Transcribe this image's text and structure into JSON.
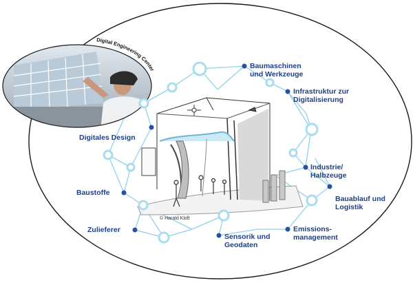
{
  "photo_caption": "Digital Engineering Center",
  "copyright": "© Harald Kloft",
  "labels": {
    "baumaschinen_l1": "Baumaschinen",
    "baumaschinen_l2": "und Werkzeuge",
    "infrastruktur_l1": "Infrastruktur zur",
    "infrastruktur_l2": "Digitalisierung",
    "digitales_design": "Digitales Design",
    "industrie_l1": "Industrie/",
    "industrie_l2": "Halbzeuge",
    "baustoffe": "Baustoffe",
    "bauablauf_l1": "Bauablauf und",
    "bauablauf_l2": "Logistik",
    "zulieferer": "Zulieferer",
    "emissions_l1": "Emissions-",
    "emissions_l2": "management",
    "sensorik_l1": "Sensorik und",
    "sensorik_l2": "Geodaten"
  },
  "colors": {
    "label": "#1f3f86",
    "dot": "#2a4f9e",
    "ring": "#a8dcef",
    "line": "#8fd2ec",
    "outline": "#1a1a1a"
  }
}
